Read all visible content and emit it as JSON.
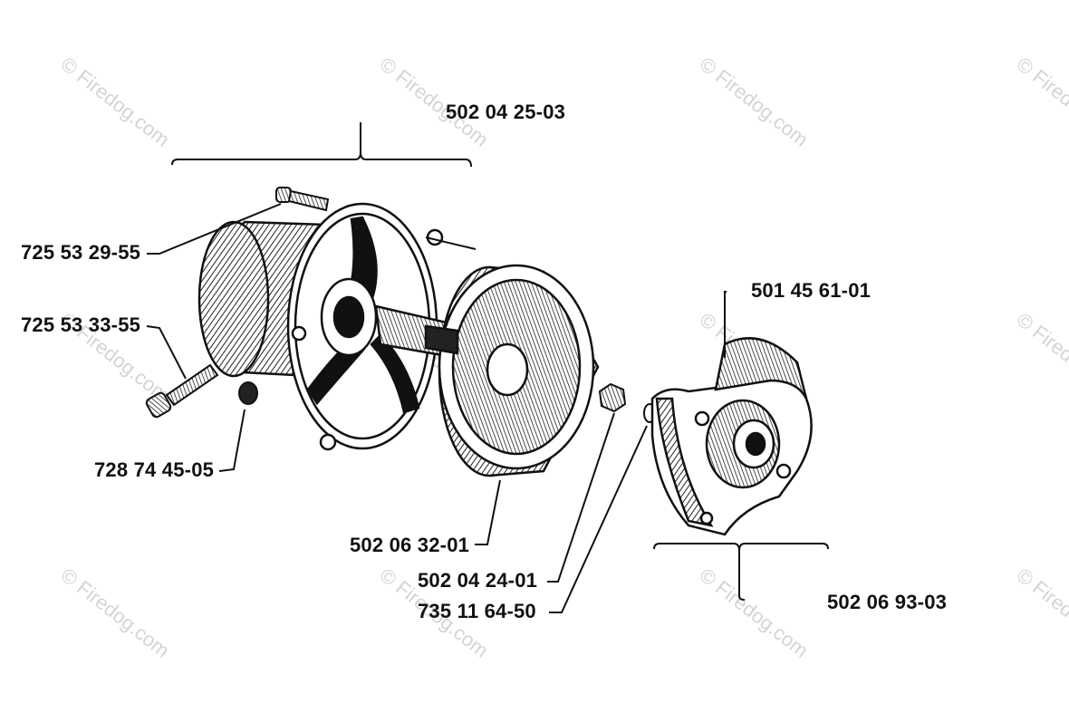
{
  "watermark": "© Firedog.com",
  "parts": {
    "clutch_drum_assembly": "502 04 25-03",
    "screw_top": "725 53 29-55",
    "screw_bolt": "725 53 33-55",
    "plug": "728 74 45-05",
    "clutch_drum": "502 06 32-01",
    "nut": "502 04 24-01",
    "washer": "735 11 64-50",
    "clutch_shoe": "501 45 61-01",
    "clutch_assembly": "502 06 93-03"
  },
  "colors": {
    "ink": "#111111",
    "watermark": "#d4d4d4"
  }
}
